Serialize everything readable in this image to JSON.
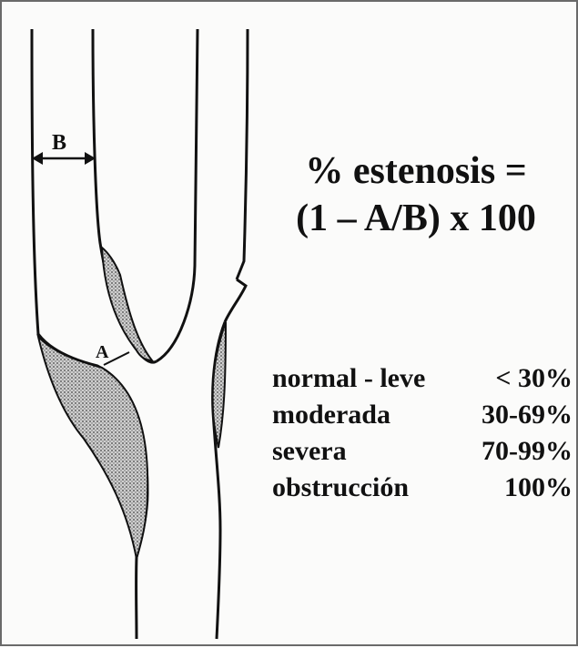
{
  "diagram": {
    "label_b": "B",
    "label_a": "A",
    "formula_line1": "% estenosis =",
    "formula_line2": "(1 – A/B) x 100",
    "grades": [
      {
        "label": "normal - leve",
        "value": "< 30%"
      },
      {
        "label": "moderada",
        "value": "30-69%"
      },
      {
        "label": "severa",
        "value": "70-99%"
      },
      {
        "label": "obstrucción",
        "value": "100%"
      }
    ]
  }
}
